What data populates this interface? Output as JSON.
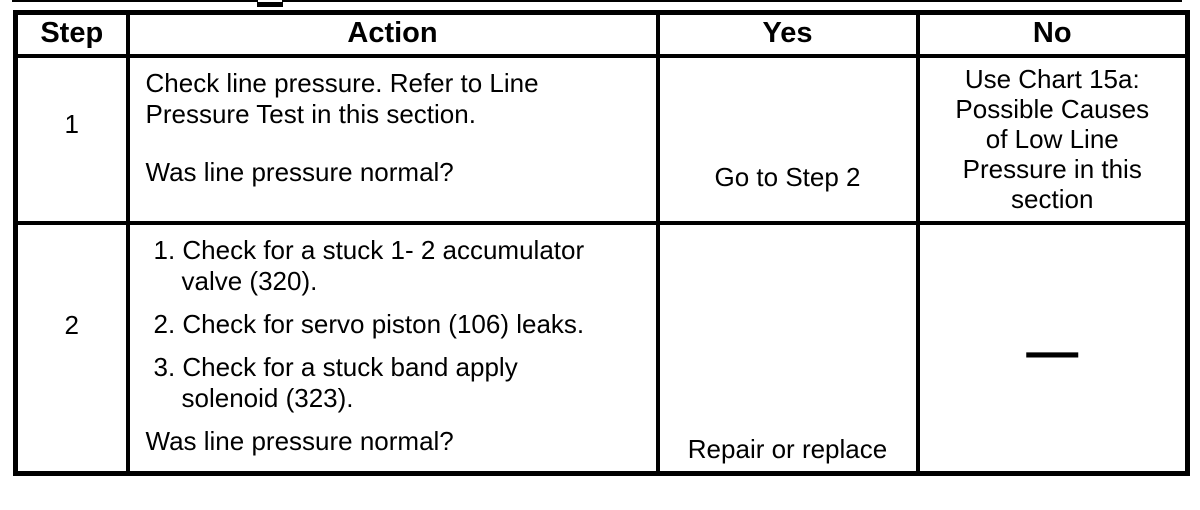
{
  "table": {
    "headers": {
      "step": "Step",
      "action": "Action",
      "yes": "Yes",
      "no": "No"
    },
    "rows": [
      {
        "step": "1",
        "action_paragraph": "Check line pressure. Refer to Line\nPressure Test in this section.",
        "action_question": "Was line pressure normal?",
        "yes": "Go to Step 2",
        "no": "Use Chart 15a:\nPossible Causes\nof Low Line\nPressure in this\nsection"
      },
      {
        "step": "2",
        "action_items": [
          "1. Check for a stuck 1- 2 accumulator\nvalve (320).",
          "2. Check for servo piston (106) leaks.",
          "3. Check for a stuck band apply\nsolenoid (323)."
        ],
        "action_question": "Was line pressure normal?",
        "yes": "Repair or replace",
        "no": "—"
      }
    ]
  }
}
